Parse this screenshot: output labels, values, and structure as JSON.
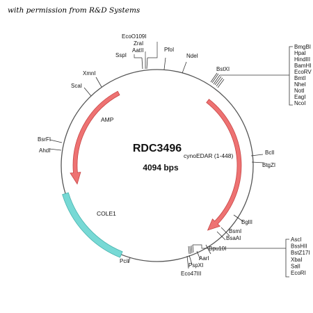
{
  "permission_note": "with permission from R&D Systems",
  "plasmid": {
    "name": "RDC3496",
    "size": "4094 bps"
  },
  "colors": {
    "backbone": "#555555",
    "amp_fill": "#ee7272",
    "amp_stroke": "#c64545",
    "insert_fill": "#ee7272",
    "insert_stroke": "#c64545",
    "ori_fill": "#77d9d5",
    "ori_stroke": "#48b3ae"
  },
  "features": {
    "amp": {
      "label": "AMP"
    },
    "insert": {
      "label": "cynoEDAR (1-448)"
    },
    "ori": {
      "label": "COLE1"
    }
  },
  "sites": {
    "ecoo109i": "EcoO109I",
    "zrai": "ZraI",
    "aatii": "AatII",
    "sspi": "SspI",
    "pfoi": "PfoI",
    "ndei": "NdeI",
    "xmni": "XmnI",
    "scai": "ScaI",
    "bsrfi": "BsrFI",
    "ahdi": "AhdI",
    "bstxi": "BstXI",
    "bcli": "BclI",
    "btgzi": "BtgZI",
    "bglii": "BglII",
    "bsmi": "BsmI",
    "bsaai": "BsaAI",
    "bpu10i": "Bpu10I",
    "aari": "AarI",
    "pspxi": "PspXI",
    "eco47iii": "Eco47III",
    "pcii": "PciI"
  },
  "mcs_top": [
    "BmgBI",
    "HpaI",
    "HindIII",
    "BamHI",
    "EcoRV",
    "BmtI",
    "NheI",
    "NotI",
    "EagI",
    "NcoI"
  ],
  "mcs_bottom": [
    "AscI",
    "BssHII",
    "BstZ17I",
    "XbaI",
    "SalI",
    "EcoRI"
  ]
}
